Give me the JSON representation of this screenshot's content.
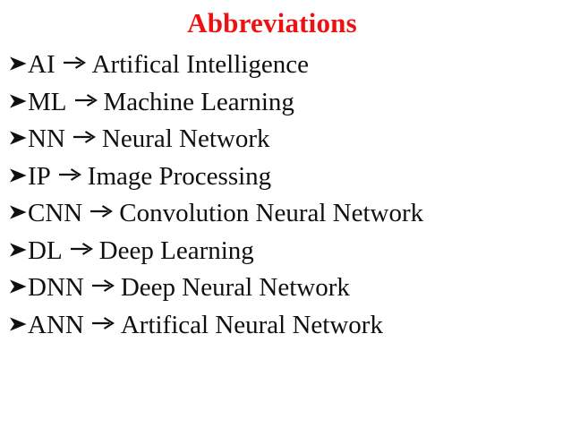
{
  "slide": {
    "title": "Abbreviations",
    "title_color": "#ee1111",
    "background_color": "#ffffff",
    "text_color": "#101010",
    "bullet_icon": "arrowhead-bullet-icon",
    "mapping_icon": "right-arrow-icon"
  },
  "abbreviations": [
    {
      "term": "AI",
      "expansion": "Artifical Intelligence"
    },
    {
      "term": "ML",
      "expansion": "Machine Learning"
    },
    {
      "term": "NN",
      "expansion": "Neural Network"
    },
    {
      "term": "IP",
      "expansion": "Image Processing"
    },
    {
      "term": "CNN",
      "expansion": "Convolution Neural Network"
    },
    {
      "term": "DL",
      "expansion": "Deep Learning"
    },
    {
      "term": "DNN",
      "expansion": "Deep Neural Network"
    },
    {
      "term": "ANN",
      "expansion": "Artifical Neural Network"
    }
  ]
}
